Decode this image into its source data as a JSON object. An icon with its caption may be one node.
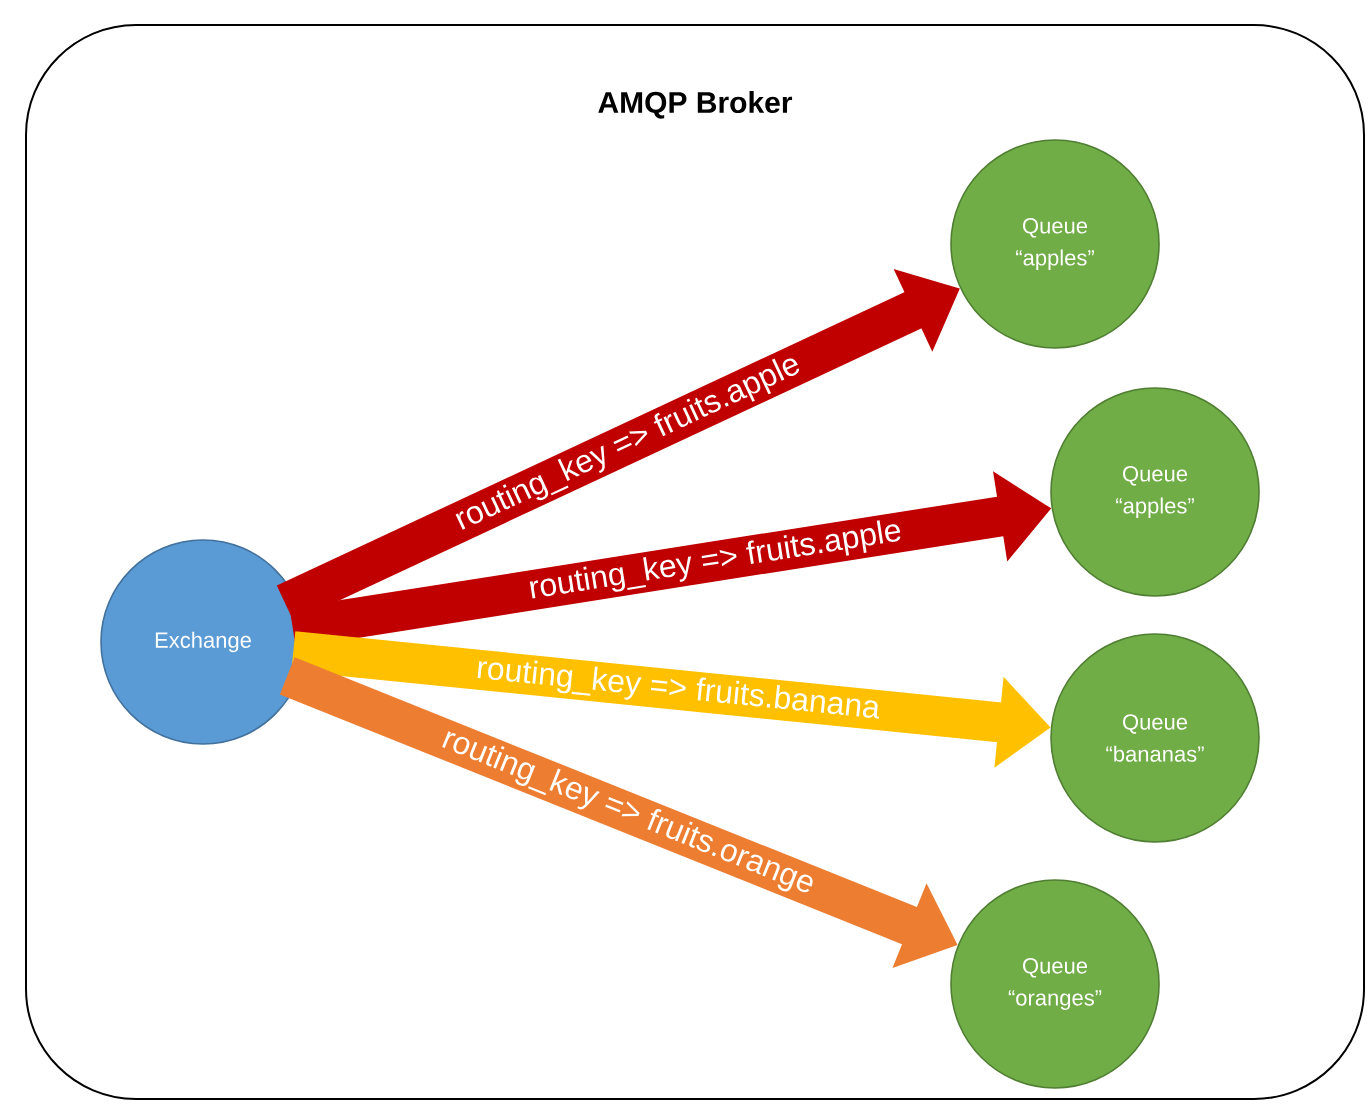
{
  "diagram": {
    "nodes": [
      {
        "text": [
          "AMQP Broker"
        ]
      },
      {
        "text": [
          "Exchange"
        ],
        "in": 0
      },
      {
        "text": [
          "Queue “apples”"
        ],
        "in": 0
      },
      {
        "text": [
          "Queue “apples”"
        ],
        "in": 0
      },
      {
        "text": [
          "Queue “bananas”"
        ],
        "in": 0
      },
      {
        "text": [
          "Queue “oranges”"
        ],
        "in": 0
      }
    ],
    "edges": [
      {
        "from": 1,
        "to": 2,
        "arrow": "to",
        "label": "routing_key => fruits.apple"
      },
      {
        "from": 1,
        "to": 3,
        "arrow": "to",
        "label": "routing_key => fruits.apple"
      },
      {
        "from": 1,
        "to": 4,
        "arrow": "to",
        "label": "routing_key => fruits.banana",
        "color": "#ffc000"
      },
      {
        "from": 1,
        "to": 5,
        "arrow": "to",
        "label": "routing_key => fruits.orange",
        "color": "#ed7d31"
      }
    ]
  }
}
